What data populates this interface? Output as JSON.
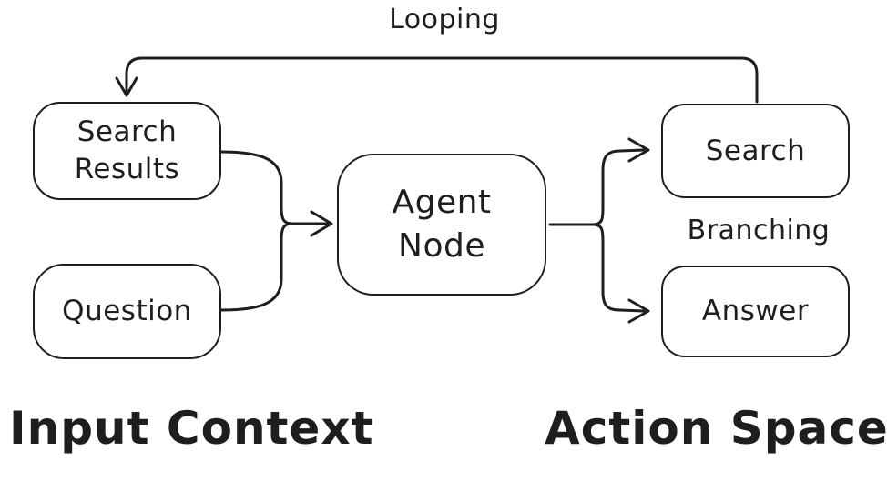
{
  "colors": {
    "ink": "#1e1e1e",
    "background": "#ffffff"
  },
  "diagram": {
    "nodes": {
      "search_results": "Search Results",
      "question": "Question",
      "agent_node": "Agent Node",
      "search": "Search",
      "answer": "Answer"
    },
    "labels": {
      "looping": "Looping",
      "branching": "Branching",
      "input_context": "Input Context",
      "action_space": "Action Space"
    },
    "edges": [
      {
        "from": "search_results",
        "to": "agent_node"
      },
      {
        "from": "question",
        "to": "agent_node"
      },
      {
        "from": "agent_node",
        "to": "search",
        "label": "Branching"
      },
      {
        "from": "agent_node",
        "to": "answer",
        "label": "Branching"
      },
      {
        "from": "search",
        "to": "search_results",
        "label": "Looping"
      }
    ]
  }
}
